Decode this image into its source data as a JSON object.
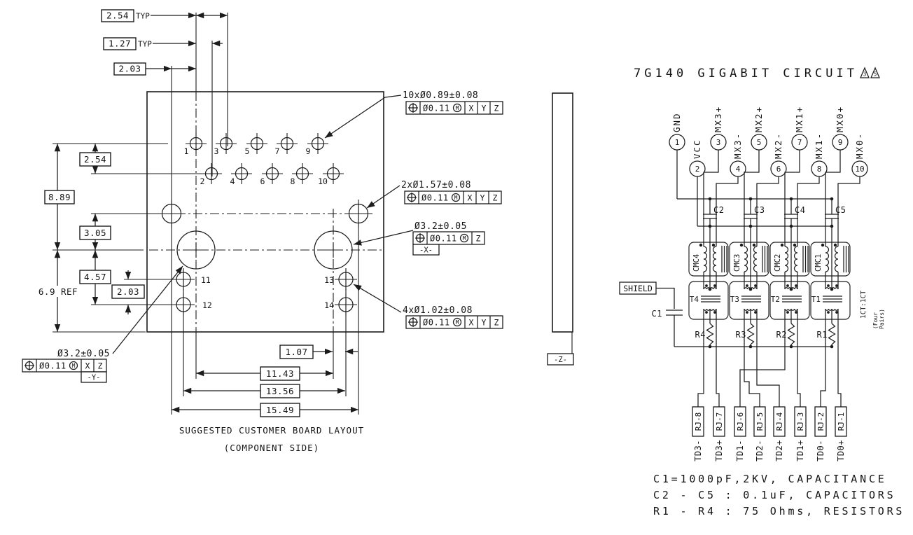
{
  "board": {
    "top_dims": [
      {
        "value": "2.54",
        "suffix": "TYP"
      },
      {
        "value": "1.27",
        "suffix": "TYP"
      },
      {
        "value": "2.03",
        "suffix": ""
      }
    ],
    "left_dims": {
      "d254": "2.54",
      "d889": "8.89",
      "d305": "3.05",
      "d457": "4.57",
      "d203": "2.03",
      "ref": "6.9 REF"
    },
    "bottom_dims": {
      "d107": "1.07",
      "d1143": "11.43",
      "d1356": "13.56",
      "d1549": "15.49"
    },
    "holes": [
      "1",
      "2",
      "3",
      "4",
      "5",
      "6",
      "7",
      "8",
      "9",
      "10",
      "11",
      "12",
      "13",
      "14"
    ],
    "callouts": {
      "small_holes": {
        "label": "10xØ0.89±0.08",
        "tol": "Ø0.11",
        "mod": "M",
        "datums": [
          "X",
          "Y",
          "Z"
        ]
      },
      "medium_holes": {
        "label": "2xØ1.57±0.08",
        "tol": "Ø0.11",
        "mod": "M",
        "datums": [
          "X",
          "Y",
          "Z"
        ]
      },
      "datum_x_hole": {
        "label": "Ø3.2±0.05",
        "tol": "Ø0.11",
        "mod": "M",
        "datums": [
          "Z"
        ],
        "flag": "-X-"
      },
      "corner_holes": {
        "label": "4xØ1.02±0.08",
        "tol": "Ø0.11",
        "mod": "M",
        "datums": [
          "X",
          "Y",
          "Z"
        ]
      },
      "datum_y_hole": {
        "label": "Ø3.2±0.05",
        "tol": "Ø0.11",
        "mod": "M",
        "datums": [
          "X",
          "Z"
        ],
        "flag": "-Y-"
      }
    },
    "caption": [
      "SUGGESTED CUSTOMER BOARD LAYOUT",
      "(COMPONENT SIDE)"
    ]
  },
  "side_view": {
    "flag": "-Z-"
  },
  "circuit": {
    "title": "7G140 GIGABIT CIRCUIT",
    "flags": [
      "3",
      "5"
    ],
    "pins": [
      {
        "num": "1",
        "name": "GND"
      },
      {
        "num": "2",
        "name": "VCC"
      },
      {
        "num": "3",
        "name": "MX3+"
      },
      {
        "num": "4",
        "name": "MX3-"
      },
      {
        "num": "5",
        "name": "MX2+"
      },
      {
        "num": "6",
        "name": "MX2-"
      },
      {
        "num": "7",
        "name": "MX1+"
      },
      {
        "num": "8",
        "name": "MX1-"
      },
      {
        "num": "9",
        "name": "MX0+"
      },
      {
        "num": "10",
        "name": "MX0-"
      }
    ],
    "channels": [
      {
        "cap": "C2",
        "cmc": "CMC4",
        "xfmr": "T4",
        "res": "R4"
      },
      {
        "cap": "C3",
        "cmc": "CMC3",
        "xfmr": "T3",
        "res": "R3"
      },
      {
        "cap": "C4",
        "cmc": "CMC2",
        "xfmr": "T2",
        "res": "R2"
      },
      {
        "cap": "C5",
        "cmc": "CMC1",
        "xfmr": "T1",
        "res": "R1"
      }
    ],
    "shield": "SHIELD",
    "c1": "C1",
    "ratio": "1CT:1CT",
    "pairs_lines": [
      "(Four",
      "Pairs)"
    ],
    "rj": [
      {
        "pin": "RJ-8",
        "signal": "TD3-"
      },
      {
        "pin": "RJ-7",
        "signal": "TD3+"
      },
      {
        "pin": "RJ-6",
        "signal": "TD1-"
      },
      {
        "pin": "RJ-5",
        "signal": "TD2-"
      },
      {
        "pin": "RJ-4",
        "signal": "TD2+"
      },
      {
        "pin": "RJ-3",
        "signal": "TD1+"
      },
      {
        "pin": "RJ-2",
        "signal": "TD0-"
      },
      {
        "pin": "RJ-1",
        "signal": "TD0+"
      }
    ],
    "notes": [
      "C1=1000pF,2KV, CAPACITANCE",
      "C2 - C5 : 0.1uF, CAPACITORS",
      "R1 - R4 : 75 Ohms, RESISTORS"
    ]
  },
  "colors": {
    "ink": "#1c1c1c",
    "bg": "#ffffff"
  }
}
